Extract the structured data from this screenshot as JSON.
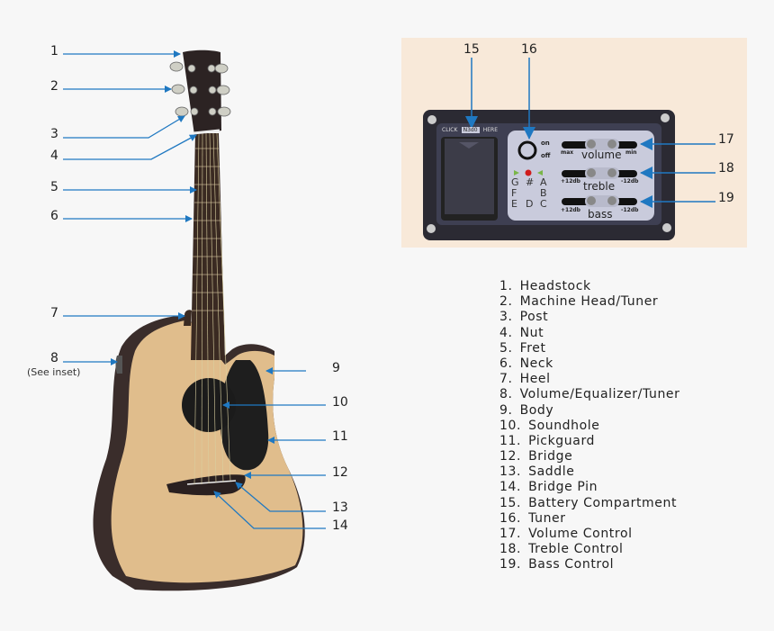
{
  "callouts": {
    "left": [
      {
        "num": "1"
      },
      {
        "num": "2"
      },
      {
        "num": "3"
      },
      {
        "num": "4"
      },
      {
        "num": "5"
      },
      {
        "num": "6"
      },
      {
        "num": "7"
      },
      {
        "num": "8",
        "note": "(See inset)"
      }
    ],
    "right": [
      {
        "num": "9"
      },
      {
        "num": "10"
      },
      {
        "num": "11"
      },
      {
        "num": "12"
      },
      {
        "num": "13"
      },
      {
        "num": "14"
      }
    ],
    "inset": [
      {
        "num": "15"
      },
      {
        "num": "16"
      },
      {
        "num": "17"
      },
      {
        "num": "18"
      },
      {
        "num": "19"
      }
    ]
  },
  "inset": {
    "battery_text": {
      "click": "CLICK",
      "open": "N3d0",
      "here": "HERE"
    },
    "power": {
      "on": "on",
      "off": "off"
    },
    "tuner_notes": {
      "row1": [
        "G",
        "#",
        "A"
      ],
      "row2": [
        "F",
        "",
        "B"
      ],
      "row3": [
        "E",
        "D",
        "C"
      ]
    },
    "volume": {
      "label": "volume",
      "left": "max",
      "right": "min"
    },
    "treble": {
      "label": "treble",
      "left": "+12db",
      "right": "-12db"
    },
    "bass": {
      "label": "bass",
      "left": "+12db",
      "right": "-12db"
    },
    "colors": {
      "background": "#f8e9d9",
      "panel": "#2b2a33",
      "face": "#c9cbdc",
      "arrow": "#1f78c1"
    }
  },
  "legend": [
    {
      "num": "1.",
      "label": "Headstock"
    },
    {
      "num": "2.",
      "label": "Machine Head/Tuner"
    },
    {
      "num": "3.",
      "label": "Post"
    },
    {
      "num": "4.",
      "label": "Nut"
    },
    {
      "num": "5.",
      "label": "Fret"
    },
    {
      "num": "6.",
      "label": "Neck"
    },
    {
      "num": "7.",
      "label": "Heel"
    },
    {
      "num": "8.",
      "label": "Volume/Equalizer/Tuner"
    },
    {
      "num": "9.",
      "label": "Body"
    },
    {
      "num": "10.",
      "label": "Soundhole"
    },
    {
      "num": "11.",
      "label": "Pickguard"
    },
    {
      "num": "12.",
      "label": "Bridge"
    },
    {
      "num": "13.",
      "label": "Saddle"
    },
    {
      "num": "14.",
      "label": "Bridge Pin"
    },
    {
      "num": "15.",
      "label": "Battery Compartment"
    },
    {
      "num": "16.",
      "label": "Tuner"
    },
    {
      "num": "17.",
      "label": "Volume Control"
    },
    {
      "num": "18.",
      "label": "Treble Control"
    },
    {
      "num": "19.",
      "label": "Bass Control"
    }
  ]
}
